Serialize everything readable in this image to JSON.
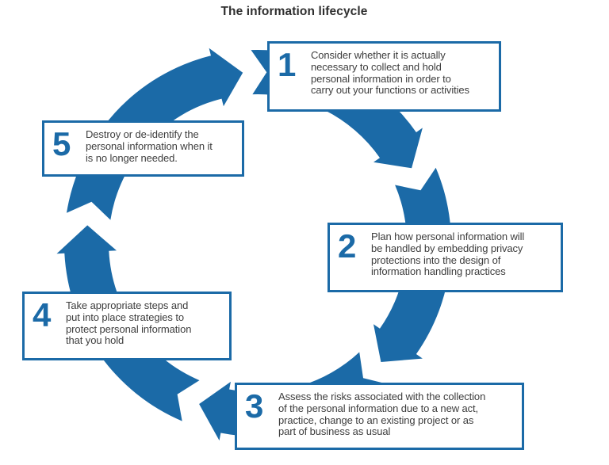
{
  "title": "The information lifecycle",
  "colors": {
    "accent": "#1b6aa7",
    "text": "#3d3d3d",
    "box_background": "#ffffff"
  },
  "diagram": {
    "type": "cycle",
    "direction": "clockwise",
    "arrow_color": "#1b6aa7"
  },
  "steps": [
    {
      "number": "1",
      "text": "Consider whether it is actually\nnecessary to collect and hold\npersonal information in order to\ncarry out your functions or activities"
    },
    {
      "number": "2",
      "text": "Plan how personal information will\nbe handled by embedding privacy\nprotections into the design of\ninformation handling practices"
    },
    {
      "number": "3",
      "text": "Assess the risks associated with the collection\nof the personal information due to a new act,\npractice, change to an existing project or as\npart of business as usual"
    },
    {
      "number": "4",
      "text": "Take appropriate steps and\nput into place strategies to\nprotect personal information\nthat you hold"
    },
    {
      "number": "5",
      "text": "Destroy or de-identify the\npersonal information when it\nis no longer needed."
    }
  ]
}
